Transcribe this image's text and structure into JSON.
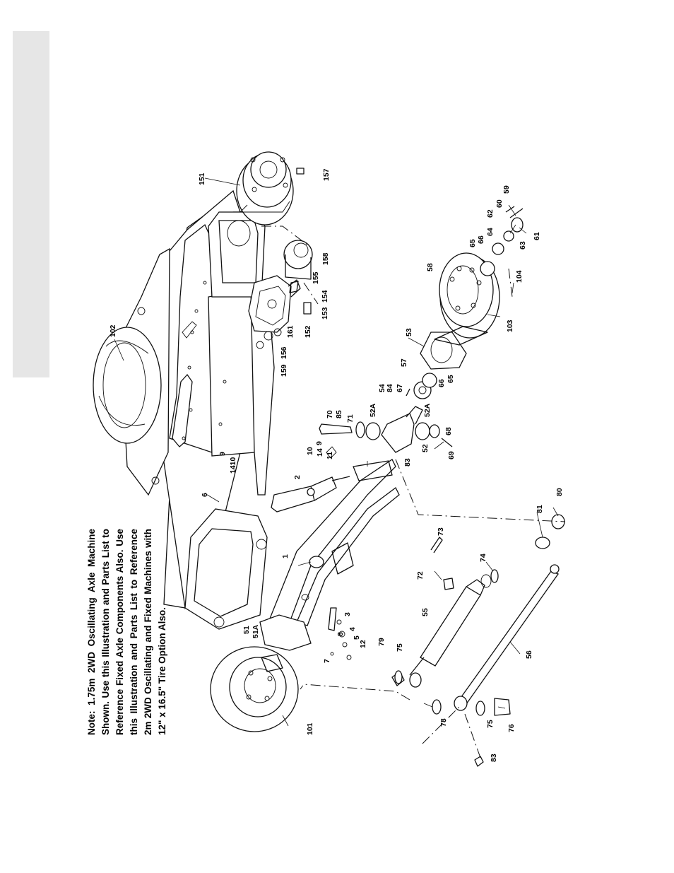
{
  "note": {
    "text": "Note: 1.75m 2WD Oscillating Axle Machine Shown. Use this Illustration and Parts List to Reference Fixed Axle Components Also. Use this Illustration and Parts List to Reference 2m 2WD Oscillating and Fixed Machines with 12\" x 16.5\" Tire Option Also."
  },
  "callouts": [
    {
      "id": "c151",
      "text": "151"
    },
    {
      "id": "c157",
      "text": "157"
    },
    {
      "id": "c102",
      "text": "102"
    },
    {
      "id": "c158",
      "text": "158"
    },
    {
      "id": "c155",
      "text": "155"
    },
    {
      "id": "c154",
      "text": "154"
    },
    {
      "id": "c153",
      "text": "153"
    },
    {
      "id": "c152",
      "text": "152"
    },
    {
      "id": "c161",
      "text": "161"
    },
    {
      "id": "c156",
      "text": "156"
    },
    {
      "id": "c159",
      "text": "159"
    },
    {
      "id": "c59",
      "text": "59"
    },
    {
      "id": "c60",
      "text": "60"
    },
    {
      "id": "c62",
      "text": "62"
    },
    {
      "id": "c64",
      "text": "64"
    },
    {
      "id": "c66a",
      "text": "66"
    },
    {
      "id": "c65a",
      "text": "65"
    },
    {
      "id": "c63",
      "text": "63"
    },
    {
      "id": "c61",
      "text": "61"
    },
    {
      "id": "c58",
      "text": "58"
    },
    {
      "id": "c104",
      "text": "104"
    },
    {
      "id": "c103",
      "text": "103"
    },
    {
      "id": "c53",
      "text": "53"
    },
    {
      "id": "c57",
      "text": "57"
    },
    {
      "id": "c66b",
      "text": "66"
    },
    {
      "id": "c65b",
      "text": "65"
    },
    {
      "id": "c54",
      "text": "54"
    },
    {
      "id": "c84",
      "text": "84"
    },
    {
      "id": "c67",
      "text": "67"
    },
    {
      "id": "c52A1",
      "text": "52A"
    },
    {
      "id": "c52A2",
      "text": "52A"
    },
    {
      "id": "c68",
      "text": "68"
    },
    {
      "id": "c69",
      "text": "69"
    },
    {
      "id": "c52",
      "text": "52"
    },
    {
      "id": "c83a",
      "text": "83"
    },
    {
      "id": "c70",
      "text": "70"
    },
    {
      "id": "c85",
      "text": "85"
    },
    {
      "id": "c71",
      "text": "71"
    },
    {
      "id": "c10a",
      "text": "10"
    },
    {
      "id": "c9a",
      "text": "9"
    },
    {
      "id": "c14a",
      "text": "14"
    },
    {
      "id": "c11",
      "text": "11"
    },
    {
      "id": "c9b",
      "text": "9"
    },
    {
      "id": "c1410",
      "text": "1410"
    },
    {
      "id": "c6",
      "text": "6"
    },
    {
      "id": "c2",
      "text": "2"
    },
    {
      "id": "c81",
      "text": "81"
    },
    {
      "id": "c80",
      "text": "80"
    },
    {
      "id": "c73",
      "text": "73"
    },
    {
      "id": "c1",
      "text": "1"
    },
    {
      "id": "c72",
      "text": "72"
    },
    {
      "id": "c74",
      "text": "74"
    },
    {
      "id": "c55",
      "text": "55"
    },
    {
      "id": "c56",
      "text": "56"
    },
    {
      "id": "c51",
      "text": "51"
    },
    {
      "id": "c51A",
      "text": "51A"
    },
    {
      "id": "c8",
      "text": "8"
    },
    {
      "id": "c3",
      "text": "3"
    },
    {
      "id": "c4",
      "text": "4"
    },
    {
      "id": "c5",
      "text": "5"
    },
    {
      "id": "c12",
      "text": "12"
    },
    {
      "id": "c7",
      "text": "7"
    },
    {
      "id": "c79",
      "text": "79"
    },
    {
      "id": "c75a",
      "text": "75"
    },
    {
      "id": "c101",
      "text": "101"
    },
    {
      "id": "c78",
      "text": "78"
    },
    {
      "id": "c75b",
      "text": "75"
    },
    {
      "id": "c76",
      "text": "76"
    },
    {
      "id": "c83b",
      "text": "83"
    }
  ]
}
